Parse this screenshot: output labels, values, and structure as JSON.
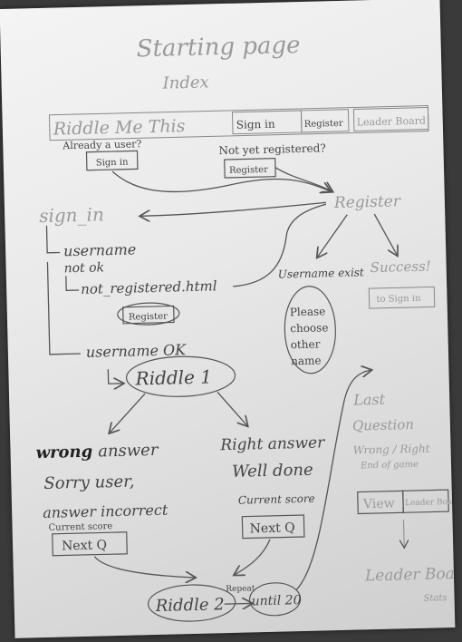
{
  "title": "Starting page",
  "subtitle": "Index",
  "header": {
    "app_name": "Riddle Me This",
    "already_user": "Already a user?",
    "signin_btn": "Sign in",
    "signin_tab": "Sign in",
    "register_tab": "Register",
    "leaderboard_tab": "Leader Board",
    "not_registered": "Not yet registered?",
    "register_btn": "Register"
  },
  "signin": {
    "title": "sign_in",
    "username_name": "username",
    "not_ok": "not ok",
    "not_registered_page": "not_registered.html",
    "register_btn": "Register",
    "username_ok": "username OK"
  },
  "register": {
    "title": "Register",
    "username_exist": "Username exist",
    "choose_other": [
      "Please",
      "choose",
      "other",
      "name"
    ],
    "success": "Success!",
    "to_signin": "to Sign in"
  },
  "riddle1": {
    "label": "Riddle 1"
  },
  "wrong": {
    "heading_bold": "wrong",
    "heading_rest": "answer",
    "line1": "Sorry user,",
    "line2": "answer incorrect",
    "current_score": "Current score",
    "next_btn": "Next Q"
  },
  "right": {
    "heading": "Right answer",
    "line1": "Well done",
    "current_score": "Current score",
    "next_btn": "Next Q"
  },
  "riddle2": {
    "label": "Riddle 2",
    "repeat": "Repeat",
    "until": "until 20"
  },
  "last": {
    "line1": "Last",
    "line2": "Question",
    "line3": "Wrong / Right",
    "line4": "End of game",
    "view_btn": "View",
    "leaderboard_btn": "Leader Board"
  },
  "leaderboard_page": {
    "title": "Leader Board",
    "subtitle": "Stats"
  }
}
